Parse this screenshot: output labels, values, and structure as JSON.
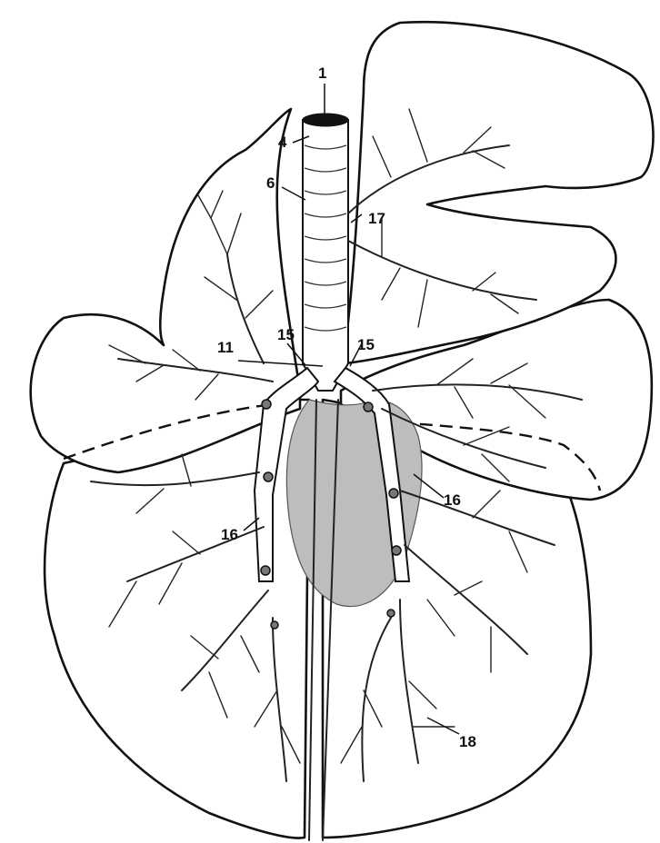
{
  "labels": {
    "l1": "1",
    "l4": "4",
    "l6": "6",
    "l11": "11",
    "l15a": "15",
    "l15b": "15",
    "l16a": "16",
    "l16b": "16",
    "l17": "17",
    "l18": "18"
  },
  "colors": {
    "outline": "#111111",
    "heart_shading": "#bdbdbd",
    "background": "#ffffff"
  }
}
